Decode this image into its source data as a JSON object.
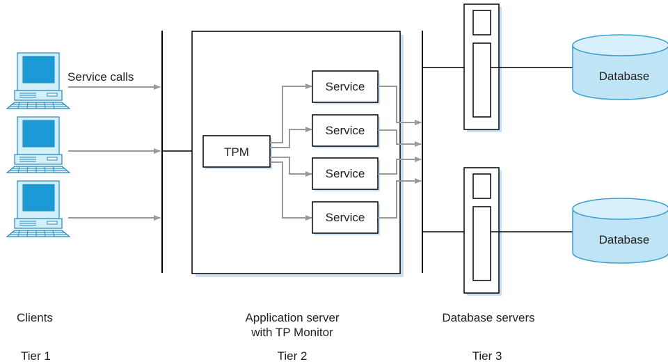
{
  "diagram": {
    "arrow_label": "Service calls",
    "tpm_label": "TPM",
    "services": [
      {
        "label": "Service"
      },
      {
        "label": "Service"
      },
      {
        "label": "Service"
      },
      {
        "label": "Service"
      }
    ],
    "databases": [
      {
        "label": "Database"
      },
      {
        "label": "Database"
      }
    ],
    "captions": {
      "clients": "Clients",
      "app_server_line1": "Application server",
      "app_server_line2": "with TP Monitor",
      "db_servers": "Database servers",
      "tier1": "Tier 1",
      "tier2": "Tier 2",
      "tier3": "Tier 3"
    },
    "colors": {
      "line": "#000000",
      "arrow": "#999999",
      "box_shadow": "#c9def0",
      "db_fill": "#bfe4f6",
      "db_stroke": "#3a9fcf",
      "pc_fill": "#d2f0fa",
      "pc_screen": "#1c9ad6",
      "pc_stroke": "#2a86b8"
    },
    "icons": [
      "client-computer-icon",
      "server-tower-icon",
      "database-cylinder-icon"
    ]
  }
}
